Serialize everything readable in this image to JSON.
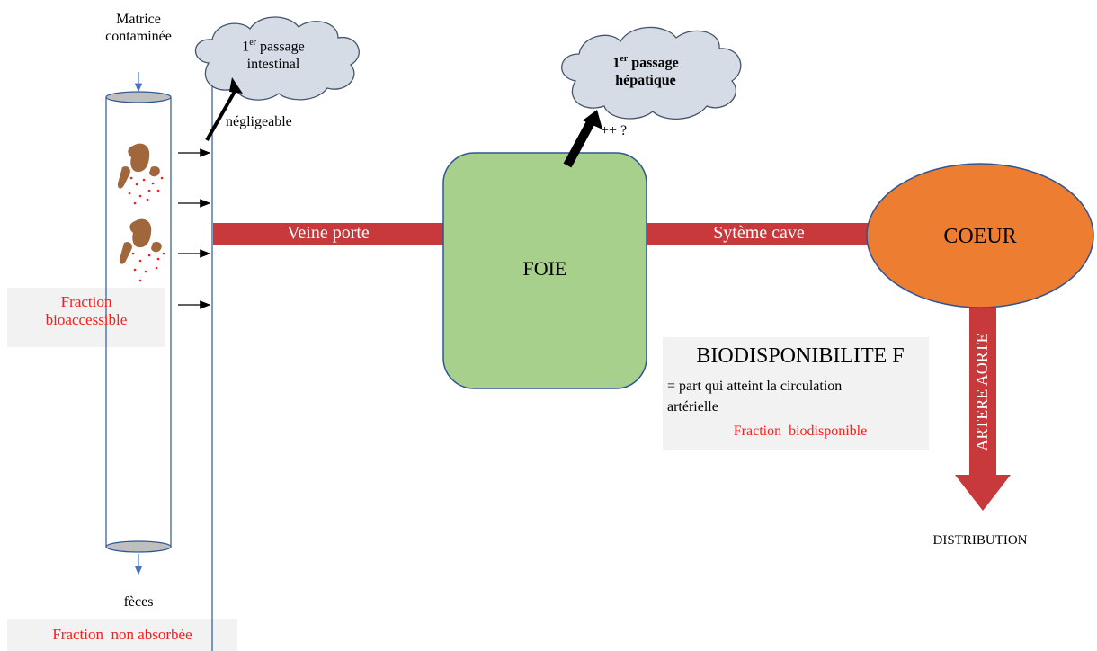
{
  "colors": {
    "band_red": "#c8393b",
    "liver_green": "#a8d08d",
    "heart_orange": "#ed7d31",
    "cloud_fill": "#d6dce5",
    "cloud_stroke": "#44546a",
    "tube_stroke": "#2f5597",
    "arrow_blue": "#4472c4",
    "food_brown": "#a0673c",
    "label_red": "#ff1a1a",
    "grey_box": "#f2f2f2"
  },
  "matrix_label": [
    "Matrice",
    "contaminée"
  ],
  "feces_label": "fèces",
  "fraction_bioaccessible": [
    "Fraction",
    "bioaccessible"
  ],
  "fraction_non_absorbee": "Fraction  non absorbée",
  "first_pass_intestinal": {
    "line1_main": "1",
    "line1_sup": "er",
    "line1_rest": " passage",
    "line2": "intestinal",
    "note": "négligeable"
  },
  "first_pass_hepatic": {
    "line1_main": "1",
    "line1_sup": "er",
    "line1_rest": " passage",
    "line2": "hépatique",
    "note": "++ ?"
  },
  "portal_vein": "Veine porte",
  "liver": "FOIE",
  "caval_system": "Sytème cave",
  "heart": "COEUR",
  "aorta": "ARTERE AORTE",
  "distribution": "DISTRIBUTION",
  "bioavailability": {
    "title": "BIODISPONIBILITE F",
    "definition_line1": "= part qui atteint la circulation",
    "definition_line2": "artérielle",
    "fraction": "Fraction  biodisponible"
  }
}
